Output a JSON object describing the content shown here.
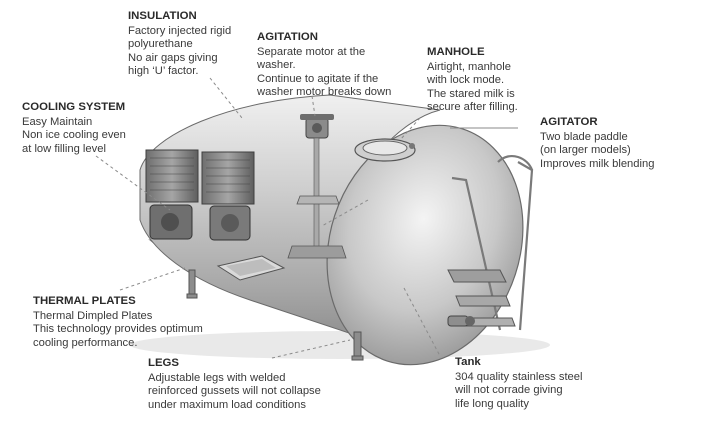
{
  "callouts": [
    {
      "id": "insulation",
      "title": "INSULATION",
      "lines": [
        "Factory injected rigid",
        "polyurethane",
        "No air gaps giving",
        "high ‘U’ factor."
      ]
    },
    {
      "id": "agitation",
      "title": "AGITATION",
      "lines": [
        "Separate motor at the",
        "washer.",
        "Continue to agitate if the",
        "washer motor breaks down"
      ]
    },
    {
      "id": "manhole",
      "title": "MANHOLE",
      "lines": [
        "Airtight, manhole",
        "with lock mode.",
        "The stared milk is",
        "secure after filling."
      ]
    },
    {
      "id": "agitator",
      "title": "AGITATOR",
      "lines": [
        "Two blade paddle",
        "(on larger models)",
        "Improves milk blending"
      ]
    },
    {
      "id": "cooling",
      "title": "COOLING SYSTEM",
      "lines": [
        "Easy Maintain",
        "Non ice cooling even",
        "at low filling level"
      ]
    },
    {
      "id": "thermal",
      "title": "THERMAL PLATES",
      "lines": [
        "Thermal Dimpled Plates",
        "This technology provides optimum",
        "cooling performance."
      ]
    },
    {
      "id": "legs",
      "title": "LEGS",
      "lines": [
        "Adjustable legs with welded",
        "reinforced gussets will not collapse",
        "under maximum load conditions"
      ]
    },
    {
      "id": "tank",
      "title": "Tank",
      "lines": [
        "304 quality stainless steel",
        "will not corrade giving",
        " life long quality"
      ]
    }
  ],
  "colors": {
    "metal_light": "#e4e4e4",
    "metal_mid": "#b9b9b9",
    "metal_dark": "#7d7d7d",
    "text": "#333333",
    "leader": "#8a8a8a"
  }
}
